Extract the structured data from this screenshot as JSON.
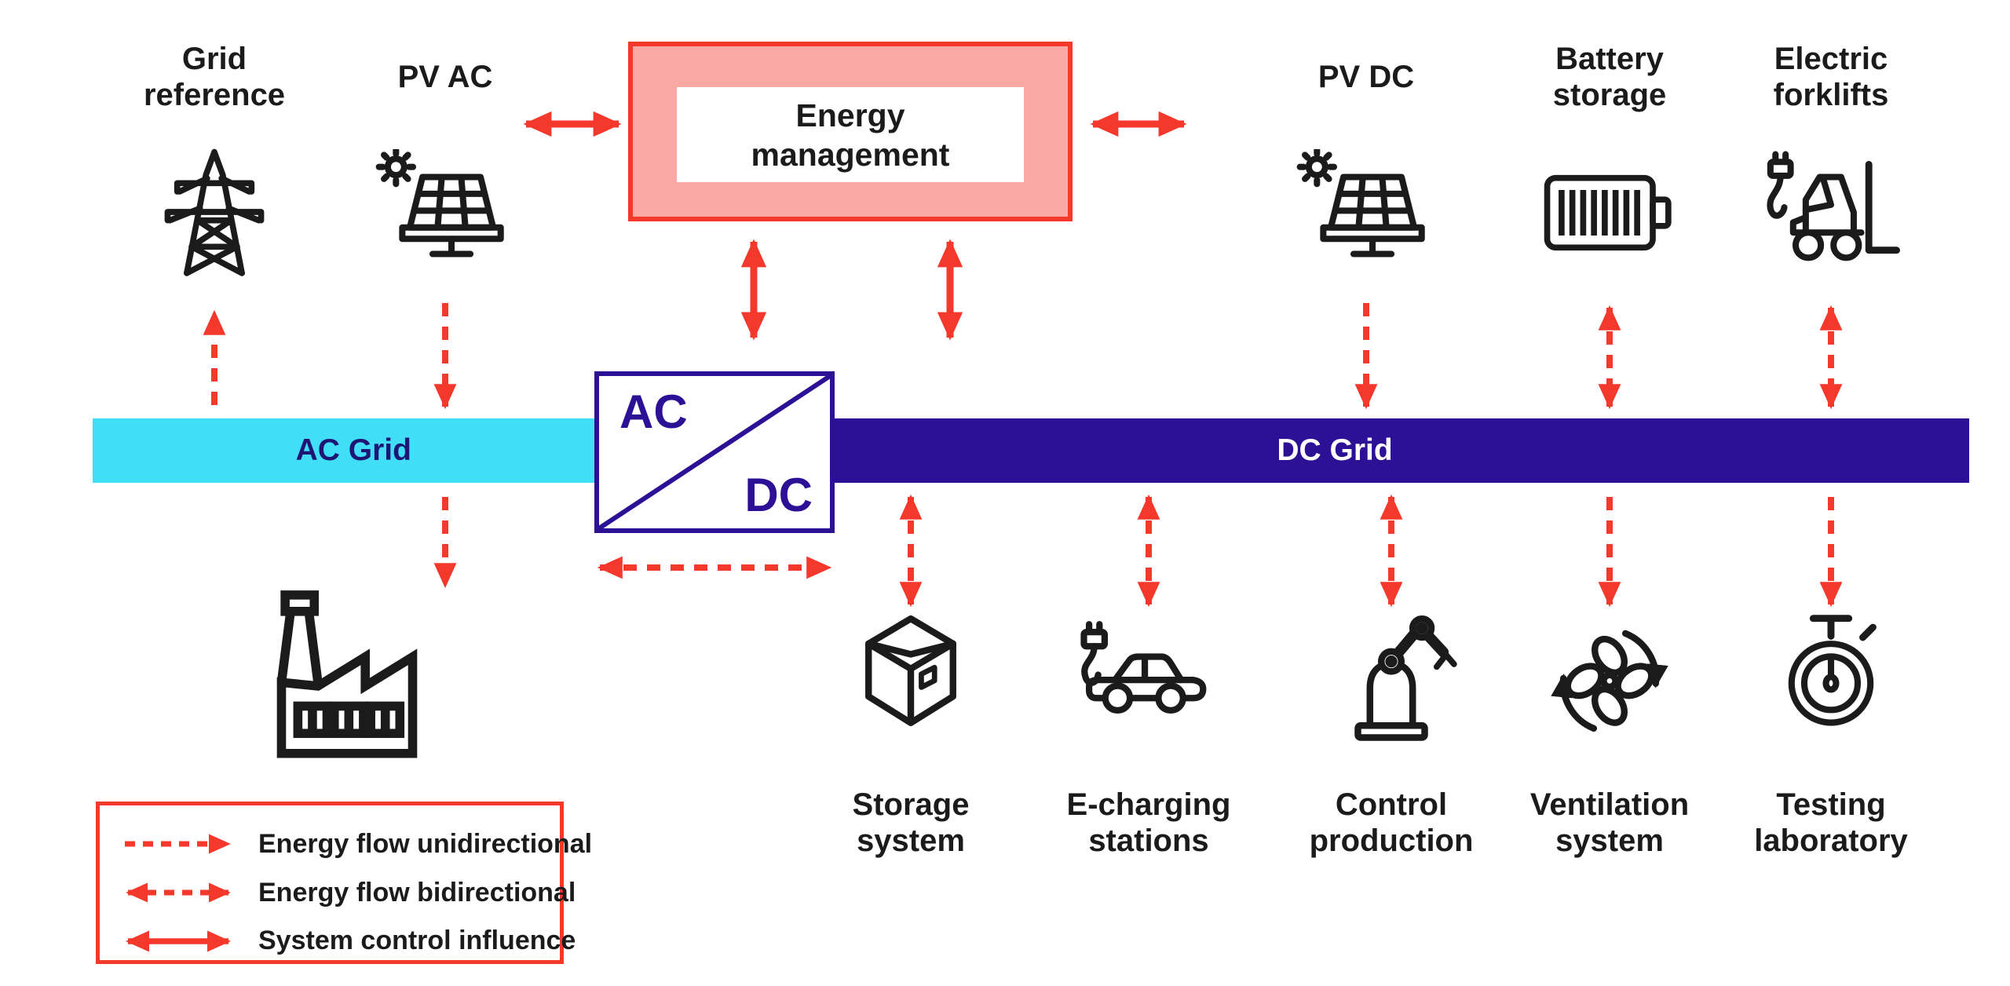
{
  "palette": {
    "red": "#F4382B",
    "pink": "#F9A8A3",
    "cyan": "#40DFF7",
    "indigo": "#2C1095",
    "navy_text": "#1E1675",
    "ink": "#1B1B1B",
    "white": "#FFFFFF"
  },
  "buses": {
    "ac_label": "AC Grid",
    "dc_label": "DC Grid"
  },
  "converter": {
    "input_label": "AC",
    "output_label": "DC"
  },
  "energy_management": {
    "lines": [
      "Energy",
      "management"
    ]
  },
  "nodes": {
    "grid_reference": {
      "lines": [
        "Grid",
        "reference"
      ],
      "icon": "transmission-tower-icon"
    },
    "pv_ac": {
      "lines": [
        "PV AC"
      ],
      "icon": "solar-panel-sun-icon"
    },
    "pv_dc": {
      "lines": [
        "PV DC"
      ],
      "icon": "solar-panel-sun-icon"
    },
    "battery_storage": {
      "lines": [
        "Battery",
        "storage"
      ],
      "icon": "battery-icon"
    },
    "electric_forklifts": {
      "lines": [
        "Electric",
        "forklifts"
      ],
      "icon": "electric-forklift-icon"
    },
    "factory": {
      "lines": [],
      "icon": "factory-icon"
    },
    "storage_system": {
      "lines": [
        "Storage",
        "system"
      ],
      "icon": "storage-box-icon"
    },
    "e_charging_stations": {
      "lines": [
        "E-charging",
        "stations"
      ],
      "icon": "ev-car-plug-icon"
    },
    "control_production": {
      "lines": [
        "Control",
        "production"
      ],
      "icon": "robot-arm-icon"
    },
    "ventilation_system": {
      "lines": [
        "Ventilation",
        "system"
      ],
      "icon": "fan-icon"
    },
    "testing_laboratory": {
      "lines": [
        "Testing",
        "laboratory"
      ],
      "icon": "stopwatch-icon"
    }
  },
  "flows": [
    {
      "style": "dashed-unidirectional",
      "from": "ac-grid",
      "to": "grid-reference"
    },
    {
      "style": "dashed-unidirectional",
      "from": "pv-ac",
      "to": "ac-grid"
    },
    {
      "style": "solid-bidirectional",
      "from": "energy-management",
      "to": "ac-side"
    },
    {
      "style": "solid-bidirectional",
      "from": "energy-management",
      "to": "dc-side"
    },
    {
      "style": "solid-bidirectional",
      "from": "energy-management",
      "to": "converter-left"
    },
    {
      "style": "solid-bidirectional",
      "from": "energy-management",
      "to": "converter-right"
    },
    {
      "style": "dashed-bidirectional",
      "from": "ac-grid",
      "to": "dc-grid-via-converter"
    },
    {
      "style": "dashed-unidirectional",
      "from": "ac-grid",
      "to": "factory"
    },
    {
      "style": "dashed-unidirectional",
      "from": "pv-dc",
      "to": "dc-grid"
    },
    {
      "style": "dashed-bidirectional",
      "from": "battery-storage",
      "to": "dc-grid"
    },
    {
      "style": "dashed-bidirectional",
      "from": "electric-forklifts",
      "to": "dc-grid"
    },
    {
      "style": "dashed-bidirectional",
      "from": "storage-system",
      "to": "dc-grid"
    },
    {
      "style": "dashed-bidirectional",
      "from": "e-charging-stations",
      "to": "dc-grid"
    },
    {
      "style": "dashed-bidirectional",
      "from": "control-production",
      "to": "dc-grid"
    },
    {
      "style": "dashed-unidirectional",
      "from": "dc-grid",
      "to": "ventilation-system"
    },
    {
      "style": "dashed-unidirectional",
      "from": "dc-grid",
      "to": "testing-laboratory"
    }
  ],
  "legend": {
    "items": [
      {
        "style": "dashed-unidirectional",
        "label": "Energy flow unidirectional"
      },
      {
        "style": "dashed-bidirectional",
        "label": "Energy flow bidirectional"
      },
      {
        "style": "solid-bidirectional",
        "label": "System control influence"
      }
    ]
  }
}
